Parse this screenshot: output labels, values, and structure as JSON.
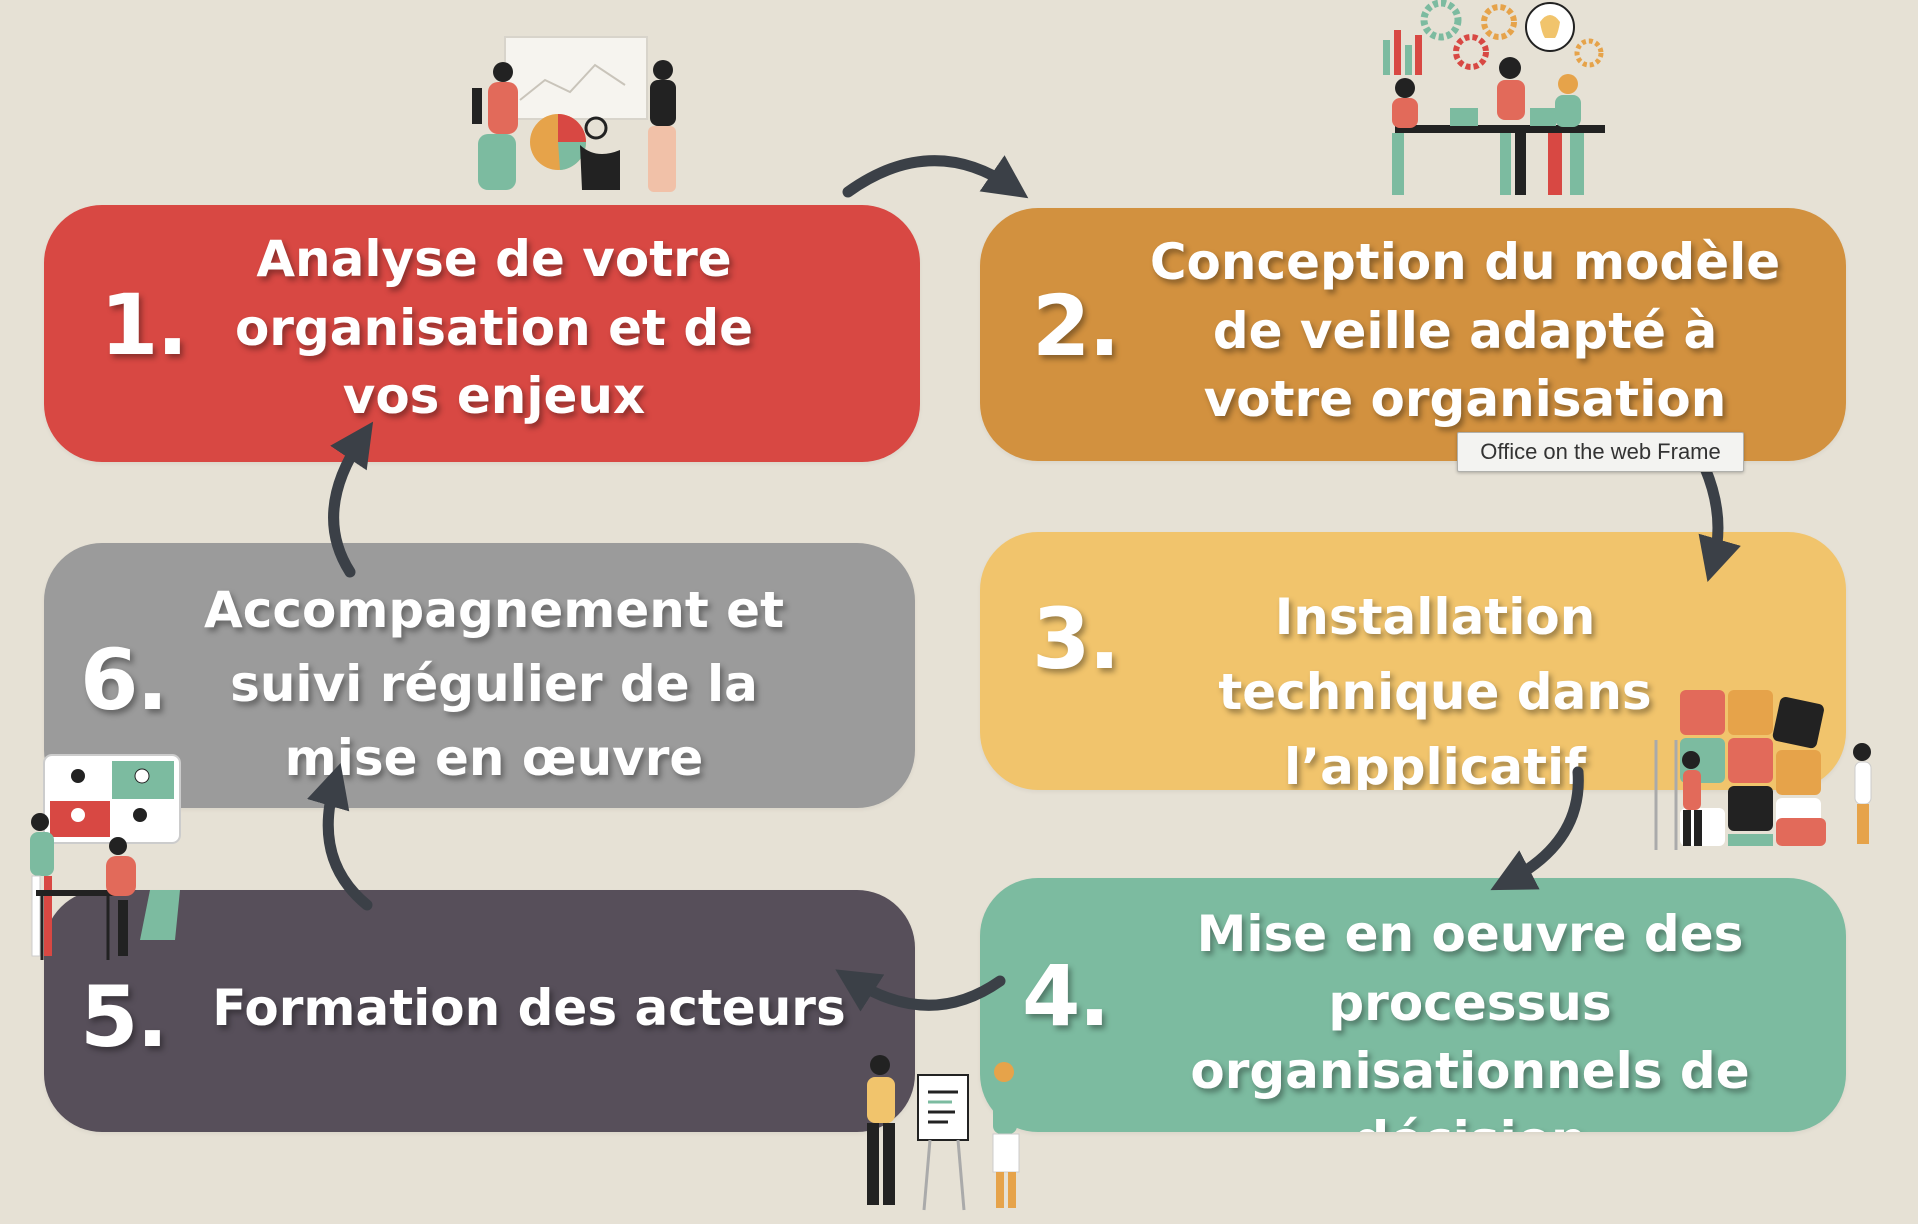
{
  "steps": [
    {
      "number": "1.",
      "text": "Analyse de votre organisation et de vos enjeux",
      "color": "#d84843"
    },
    {
      "number": "2.",
      "text": "Conception du modèle de veille adapté à votre organisation",
      "color": "#d2913f"
    },
    {
      "number": "3.",
      "text": "Installation technique dans l’applicatif",
      "color": "#f1c46c"
    },
    {
      "number": "4.",
      "text": "Mise en oeuvre des processus organisationnels de décision",
      "color": "#7cbba0"
    },
    {
      "number": "5.",
      "text": "Formation des acteurs",
      "color": "#574f5a"
    },
    {
      "number": "6.",
      "text": "Accompagnement et suivi régulier de la mise en œuvre",
      "color": "#9b9b9b"
    }
  ],
  "tooltip": "Office on the web Frame",
  "colors": {
    "background": "#e6e1d5",
    "arrow": "#3b4047"
  },
  "illustrations": [
    "team-analysis-illustration",
    "team-meeting-illustration",
    "puzzle-team-illustration",
    "presentation-illustration",
    "video-call-illustration"
  ]
}
